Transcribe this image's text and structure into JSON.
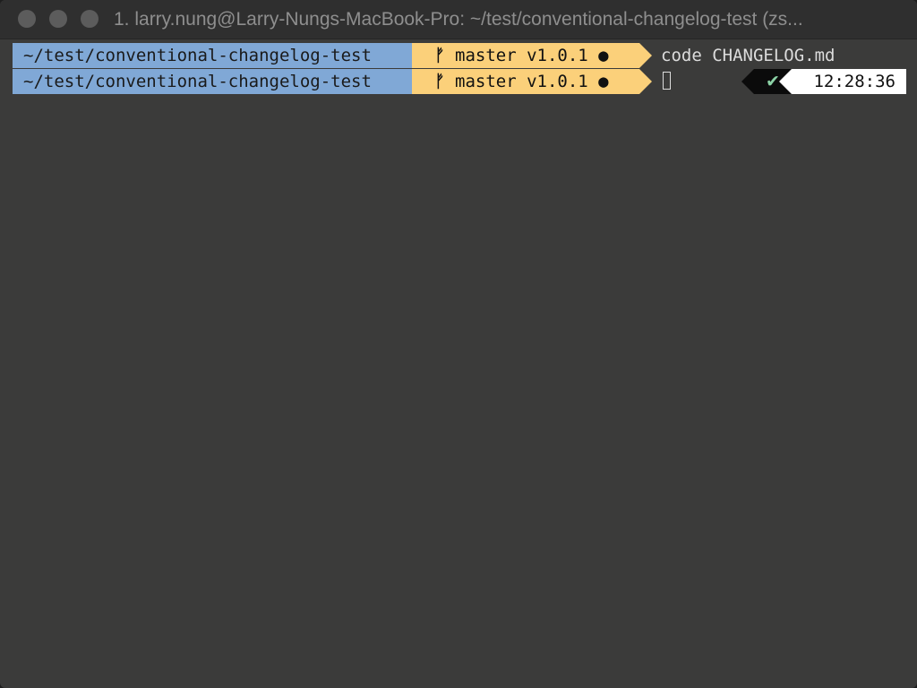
{
  "window": {
    "title": "1. larry.nung@Larry-Nungs-MacBook-Pro: ~/test/conventional-changelog-test (zs..."
  },
  "prompt_lines": [
    {
      "directory": "~/test/conventional-changelog-test",
      "branch_icon": "git-branch-icon",
      "branch_glyph": "ᚠ",
      "git_status": "master v1.0.1 ●",
      "command": "code CHANGELOG.md"
    },
    {
      "directory": "~/test/conventional-changelog-test",
      "branch_icon": "git-branch-icon",
      "branch_glyph": "ᚠ",
      "git_status": "master v1.0.1 ●",
      "command": ""
    }
  ],
  "right_prompt": {
    "status_icon": "checkmark-icon",
    "status_glyph": "✔",
    "time": "12:28:36"
  },
  "colors": {
    "directory_segment": "#80a8d6",
    "git_segment": "#fbd07a",
    "terminal_background": "#3b3b3a",
    "status_ok": "#8cd3a6"
  }
}
